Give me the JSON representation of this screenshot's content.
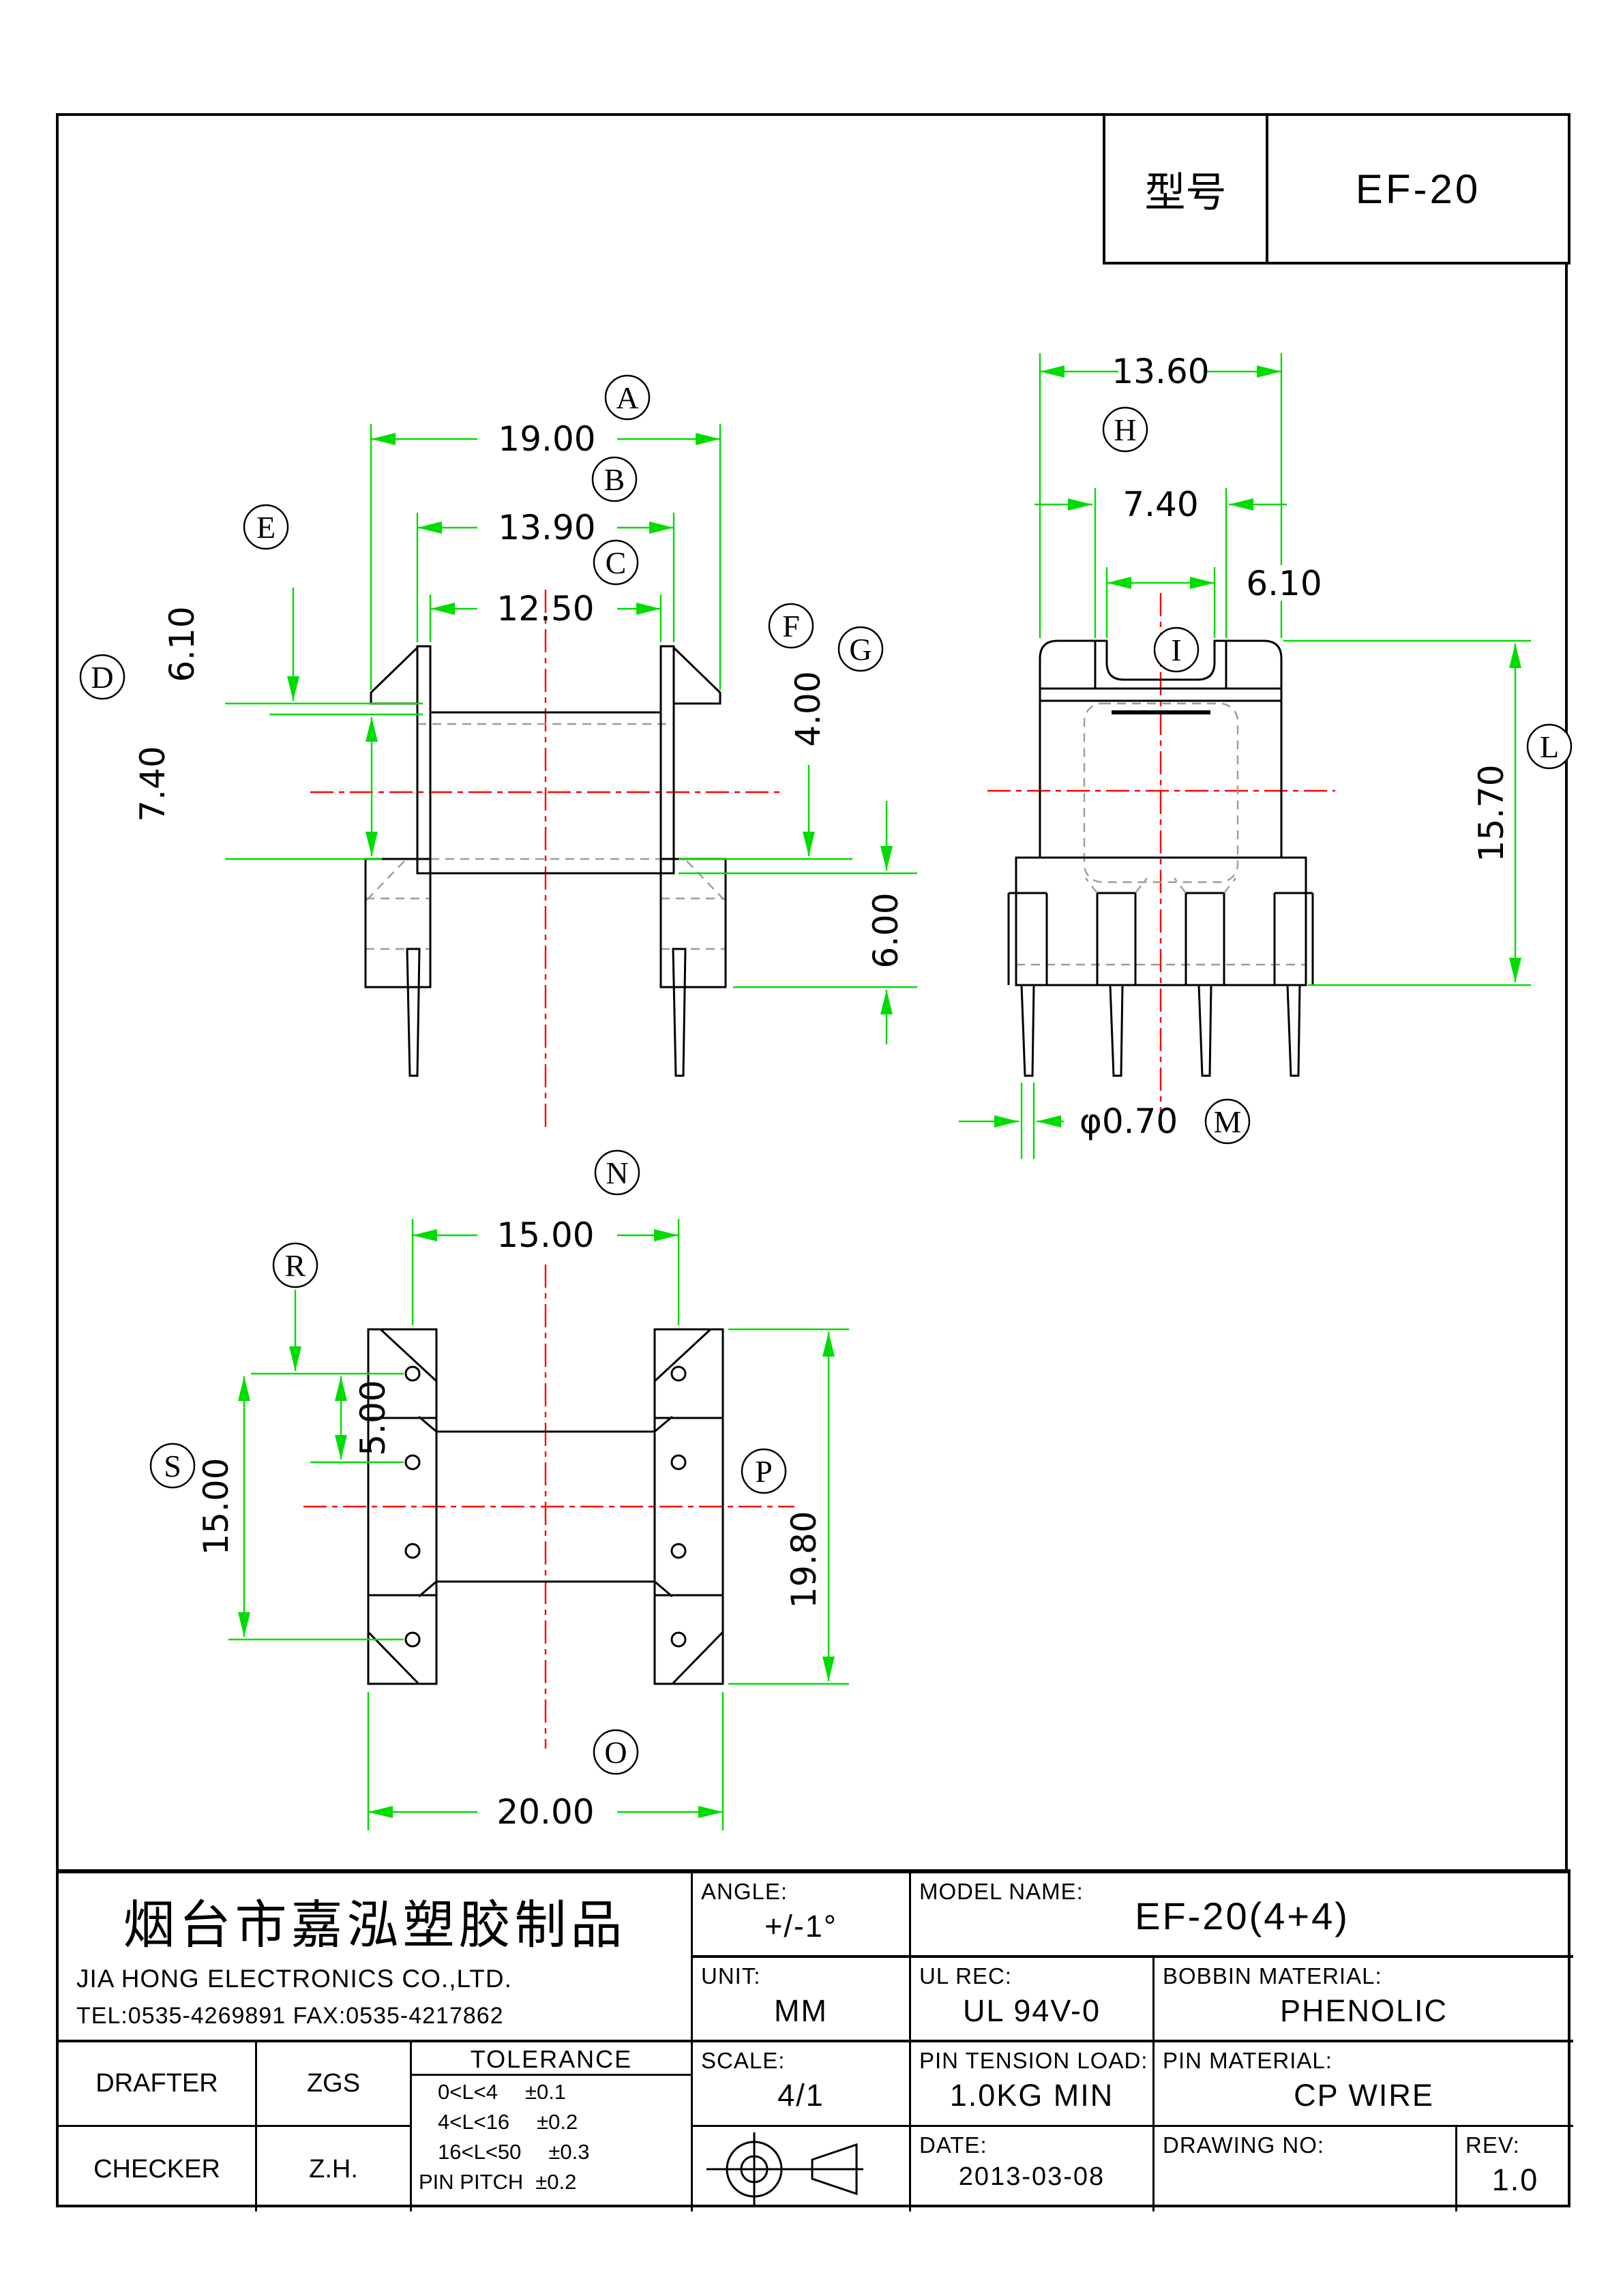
{
  "colors": {
    "dimension_green": "#00dc00",
    "centerline_red": "#ff0000",
    "hidden_gray": "#9b9b9b",
    "outline_black": "#000000"
  },
  "header": {
    "model_label": "型号",
    "model_value": "EF-20"
  },
  "views": {
    "front": {
      "dim_a": {
        "label": "A",
        "value": "19.00"
      },
      "dim_b": {
        "label": "B",
        "value": "13.90"
      },
      "dim_c": {
        "label": "C",
        "value": "12.50"
      },
      "dim_e": {
        "label": "E",
        "value": "6.10"
      },
      "dim_d": {
        "label": "D",
        "value": "7.40"
      },
      "dim_f": {
        "label": "F",
        "value": "4.00"
      },
      "dim_g": {
        "label": "G",
        "value": "6.00"
      }
    },
    "side": {
      "dim_h": {
        "label": "H",
        "value": "13.60"
      },
      "dim_mid": {
        "value": "7.40"
      },
      "dim_i": {
        "label": "I",
        "value": "6.10"
      },
      "dim_l": {
        "label": "L",
        "value": "15.70"
      },
      "dim_m": {
        "label": "M",
        "value": "φ0.70"
      }
    },
    "bottom": {
      "dim_n": {
        "label": "N",
        "value": "15.00"
      },
      "dim_r": {
        "label": "R"
      },
      "dim_pitch": {
        "value": "5.00"
      },
      "dim_s": {
        "label": "S",
        "value": "15.00"
      },
      "dim_p": {
        "label": "P",
        "value": "19.80"
      },
      "dim_o": {
        "label": "O",
        "value": "20.00"
      }
    }
  },
  "title_block": {
    "company": {
      "name_cn": "烟台市嘉泓塑胶制品",
      "name_en": "JIA HONG ELECTRONICS CO.,LTD.",
      "tel": "TEL:0535-4269891  FAX:0535-4217862"
    },
    "fields": {
      "angle_label": "ANGLE:",
      "angle_value": "+/-1°",
      "unit_label": "UNIT:",
      "unit_value": "MM",
      "scale_label": "SCALE:",
      "scale_value": "4/1",
      "model_name_label": "MODEL NAME:",
      "model_name_value": "EF-20(4+4)",
      "ul_rec_label": "UL REC:",
      "ul_rec_value": "UL 94V-0",
      "pin_tension_label": "PIN TENSION LOAD:",
      "pin_tension_value": "1.0KG MIN",
      "bobbin_material_label": "BOBBIN MATERIAL:",
      "bobbin_material_value": "PHENOLIC",
      "pin_material_label": "PIN MATERIAL:",
      "pin_material_value": "CP WIRE",
      "date_label": "DATE:",
      "date_value": "2013-03-08",
      "drawing_no_label": "DRAWING NO:",
      "rev_label": "REV:",
      "rev_value": "1.0"
    },
    "staff": {
      "drafter_label": "DRAFTER",
      "drafter_value": "ZGS",
      "checker_label": "CHECKER",
      "checker_value": "Z.H."
    },
    "tolerance": {
      "title": "TOLERANCE",
      "rows": [
        [
          "0<L<4",
          "±0.1"
        ],
        [
          "4<L<16",
          "±0.2"
        ],
        [
          "16<L<50",
          "±0.3"
        ],
        [
          "PIN PITCH",
          "±0.2"
        ]
      ]
    }
  }
}
